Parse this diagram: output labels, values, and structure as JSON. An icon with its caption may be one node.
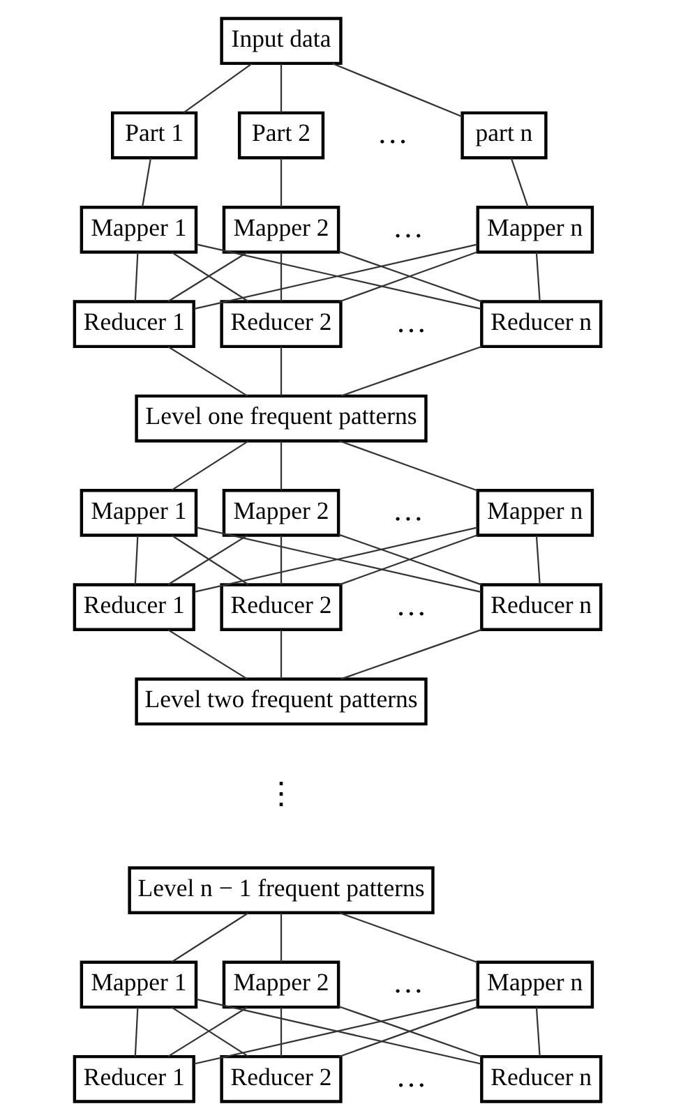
{
  "diagram": {
    "nodes": [
      {
        "text": [
          "Input data"
        ]
      },
      {
        "text": [
          "Part 1"
        ]
      },
      {
        "text": [
          "Part 2"
        ]
      },
      {
        "text": [
          "part n"
        ]
      },
      {
        "text": [
          "Mapper 1"
        ]
      },
      {
        "text": [
          "Mapper 2"
        ]
      },
      {
        "text": [
          "Mapper n"
        ]
      },
      {
        "text": [
          "Reducer 1"
        ]
      },
      {
        "text": [
          "Reducer 2"
        ]
      },
      {
        "text": [
          "Reducer n"
        ]
      },
      {
        "text": [
          "Level one frequent patterns"
        ]
      },
      {
        "text": [
          "Mapper 1"
        ]
      },
      {
        "text": [
          "Mapper 2"
        ]
      },
      {
        "text": [
          "Mapper n"
        ]
      },
      {
        "text": [
          "Reducer 1"
        ]
      },
      {
        "text": [
          "Reducer 2"
        ]
      },
      {
        "text": [
          "Reducer n"
        ]
      },
      {
        "text": [
          "Level two frequent patterns"
        ]
      },
      {
        "text": [
          "Level n − 1 frequent patterns"
        ]
      },
      {
        "text": [
          "Mapper 1"
        ]
      },
      {
        "text": [
          "Mapper 2"
        ]
      },
      {
        "text": [
          "Mapper n"
        ]
      },
      {
        "text": [
          "Reducer 1"
        ]
      },
      {
        "text": [
          "Reducer 2"
        ]
      },
      {
        "text": [
          "Reducer n"
        ]
      }
    ],
    "edges": [
      {
        "from": 0,
        "to": 1,
        "arrow": "none"
      },
      {
        "from": 0,
        "to": 2,
        "arrow": "none"
      },
      {
        "from": 0,
        "to": 3,
        "arrow": "none"
      },
      {
        "from": 1,
        "to": 4,
        "arrow": "none"
      },
      {
        "from": 2,
        "to": 5,
        "arrow": "none"
      },
      {
        "from": 3,
        "to": 6,
        "arrow": "none"
      },
      {
        "from": 4,
        "to": 7,
        "arrow": "none"
      },
      {
        "from": 4,
        "to": 8,
        "arrow": "none"
      },
      {
        "from": 4,
        "to": 9,
        "arrow": "none"
      },
      {
        "from": 5,
        "to": 7,
        "arrow": "none"
      },
      {
        "from": 5,
        "to": 8,
        "arrow": "none"
      },
      {
        "from": 5,
        "to": 9,
        "arrow": "none"
      },
      {
        "from": 6,
        "to": 7,
        "arrow": "none"
      },
      {
        "from": 6,
        "to": 8,
        "arrow": "none"
      },
      {
        "from": 6,
        "to": 9,
        "arrow": "none"
      },
      {
        "from": 7,
        "to": 10,
        "arrow": "none"
      },
      {
        "from": 8,
        "to": 10,
        "arrow": "none"
      },
      {
        "from": 9,
        "to": 10,
        "arrow": "none"
      },
      {
        "from": 10,
        "to": 11,
        "arrow": "none"
      },
      {
        "from": 10,
        "to": 12,
        "arrow": "none"
      },
      {
        "from": 10,
        "to": 13,
        "arrow": "none"
      },
      {
        "from": 11,
        "to": 14,
        "arrow": "none"
      },
      {
        "from": 11,
        "to": 15,
        "arrow": "none"
      },
      {
        "from": 11,
        "to": 16,
        "arrow": "none"
      },
      {
        "from": 12,
        "to": 14,
        "arrow": "none"
      },
      {
        "from": 12,
        "to": 15,
        "arrow": "none"
      },
      {
        "from": 12,
        "to": 16,
        "arrow": "none"
      },
      {
        "from": 13,
        "to": 14,
        "arrow": "none"
      },
      {
        "from": 13,
        "to": 15,
        "arrow": "none"
      },
      {
        "from": 13,
        "to": 16,
        "arrow": "none"
      },
      {
        "from": 14,
        "to": 17,
        "arrow": "none"
      },
      {
        "from": 15,
        "to": 17,
        "arrow": "none"
      },
      {
        "from": 16,
        "to": 17,
        "arrow": "none"
      },
      {
        "from": 18,
        "to": 19,
        "arrow": "none"
      },
      {
        "from": 18,
        "to": 20,
        "arrow": "none"
      },
      {
        "from": 18,
        "to": 21,
        "arrow": "none"
      },
      {
        "from": 19,
        "to": 22,
        "arrow": "none"
      },
      {
        "from": 19,
        "to": 23,
        "arrow": "none"
      },
      {
        "from": 19,
        "to": 24,
        "arrow": "none"
      },
      {
        "from": 20,
        "to": 22,
        "arrow": "none"
      },
      {
        "from": 20,
        "to": 23,
        "arrow": "none"
      },
      {
        "from": 20,
        "to": 24,
        "arrow": "none"
      },
      {
        "from": 21,
        "to": 22,
        "arrow": "none"
      },
      {
        "from": 21,
        "to": 23,
        "arrow": "none"
      },
      {
        "from": 21,
        "to": 24,
        "arrow": "none"
      }
    ],
    "labels": [
      "…",
      "…",
      "…",
      "…",
      "…",
      "⋮",
      "…",
      "…"
    ]
  }
}
